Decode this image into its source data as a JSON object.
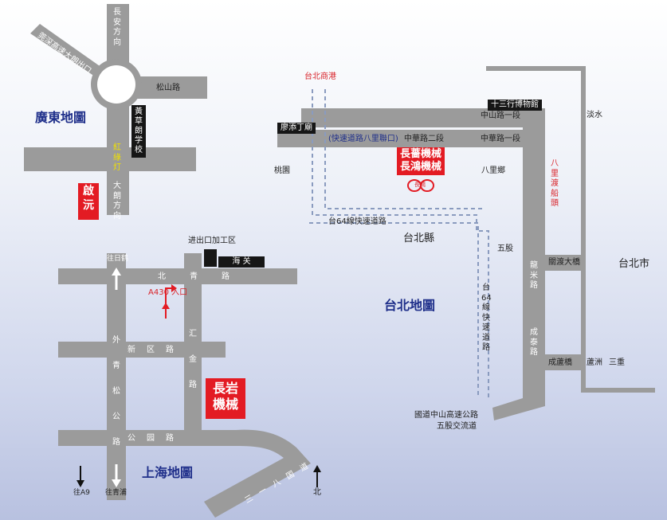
{
  "colors": {
    "road": "#9b9b9b",
    "brand_red": "#e31b23",
    "title_blue": "#1f2f8a",
    "dark_label": "#161616",
    "dashed": "#8a9bbf"
  },
  "guangdong": {
    "title": "廣東地圖",
    "road_changan": "長安方向",
    "road_expressway": "莞深高速大朗出口",
    "road_songshan": "松山路",
    "school": "黃草朗学校",
    "traffic_light": "紅綠灯",
    "road_dalang": "大朗方向",
    "company": "啟沅"
  },
  "taipei": {
    "title": "台北地圖",
    "taipei_port": "台北商港",
    "road_zhongshan1": "中山路一段",
    "museum": "十三行博物館",
    "liaotian": "廖添丁廟",
    "road_zhonghua2": "中華路二段",
    "express_exit": "(快速道路八里聯口)",
    "road_zhonghua1": "中華路一段",
    "company_line1": "長薔機械",
    "company_line2": "長鴻機械",
    "logo_text": "長鴻",
    "taoyuan": "桃園",
    "bali": "八里鄉",
    "ferry": "八里渡船頭",
    "danshui": "淡水",
    "expressway64": "台64線快速道路",
    "county": "台北縣",
    "wugu": "五股",
    "tai64_vertical": "台64線快速道路",
    "longmi": "龍米路",
    "bridge_guandu": "關渡大橋",
    "city": "台北市",
    "chengtai": "成泰路",
    "bridge_chenglu": "成蘆橋",
    "luzhou": "蘆洲",
    "sanchong": "三重",
    "interchange_line1": "國道中山高速公路",
    "interchange_line2": "五股交流道"
  },
  "shanghai": {
    "title": "上海地圖",
    "zone": "进出口加工区",
    "customs": "海 关",
    "to_rijie": "往日鹤",
    "road_beiqing": "北青路",
    "entrance": "A430 入口",
    "road_huijin": "汇金路",
    "road_waiqingsong": "外青松公路",
    "road_xinqu": "新区路",
    "road_gongyuan": "公园路",
    "road_318": "三一八国道",
    "company_line1": "長岩",
    "company_line2": "機械",
    "to_a9": "往A9",
    "to_qingpu": "往青浦",
    "north": "北"
  }
}
